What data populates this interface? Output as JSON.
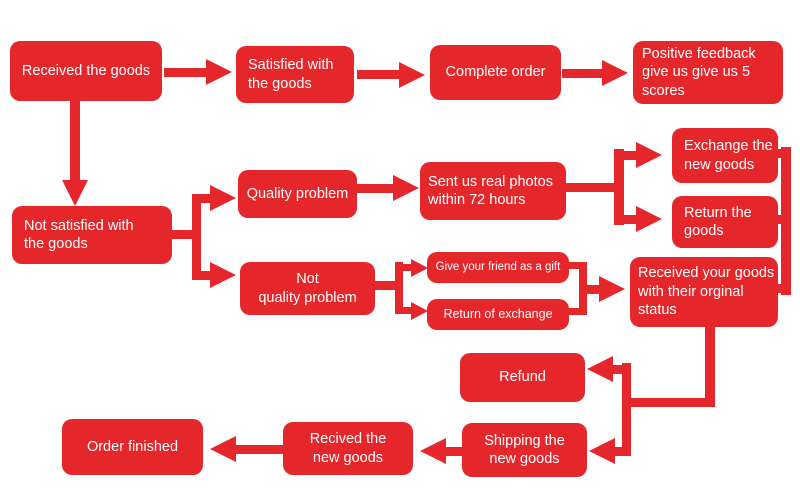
{
  "colors": {
    "node_red": "#e5262b",
    "text_white": "#ffffff",
    "background": "#ffffff"
  },
  "nodes": {
    "received_goods": {
      "label": "Received the goods"
    },
    "satisfied": {
      "label": "Satisfied with\nthe goods"
    },
    "complete_order": {
      "label": "Complete order"
    },
    "positive_feedback": {
      "label": "Positive feedback\ngive us give us 5\nscores"
    },
    "not_satisfied": {
      "label": "Not satisfied with\nthe goods"
    },
    "quality_problem": {
      "label": "Quality problem"
    },
    "send_photos": {
      "label": "Sent us real photos\nwithin 72 hours"
    },
    "exchange_goods": {
      "label": "Exchange the\nnew goods"
    },
    "return_goods": {
      "label": "Return the\ngoods"
    },
    "not_quality_problem": {
      "label": "Not\nquality problem"
    },
    "gift": {
      "label": "Give your friend as a gift"
    },
    "return_exchange": {
      "label": "Return of exchange"
    },
    "received_original": {
      "label": "Received your goods\nwith their orginal\nstatus"
    },
    "refund": {
      "label": "Refund"
    },
    "shipping": {
      "label": "Shipping the\nnew goods"
    },
    "received_new": {
      "label": "Recived the\nnew goods"
    },
    "order_finished": {
      "label": "Order finished"
    }
  },
  "edges": [
    {
      "from": "received_goods",
      "to": "satisfied"
    },
    {
      "from": "satisfied",
      "to": "complete_order"
    },
    {
      "from": "complete_order",
      "to": "positive_feedback"
    },
    {
      "from": "received_goods",
      "to": "not_satisfied"
    },
    {
      "from": "not_satisfied",
      "to": "quality_problem"
    },
    {
      "from": "not_satisfied",
      "to": "not_quality_problem"
    },
    {
      "from": "quality_problem",
      "to": "send_photos"
    },
    {
      "from": "send_photos",
      "to": "exchange_goods"
    },
    {
      "from": "send_photos",
      "to": "return_goods"
    },
    {
      "from": "exchange_goods",
      "to": "received_original"
    },
    {
      "from": "return_goods",
      "to": "received_original"
    },
    {
      "from": "not_quality_problem",
      "to": "gift"
    },
    {
      "from": "not_quality_problem",
      "to": "return_exchange"
    },
    {
      "from": "gift",
      "to": "received_original"
    },
    {
      "from": "return_exchange",
      "to": "received_original"
    },
    {
      "from": "received_original",
      "to": "refund"
    },
    {
      "from": "received_original",
      "to": "shipping"
    },
    {
      "from": "shipping",
      "to": "received_new"
    },
    {
      "from": "received_new",
      "to": "order_finished"
    }
  ]
}
